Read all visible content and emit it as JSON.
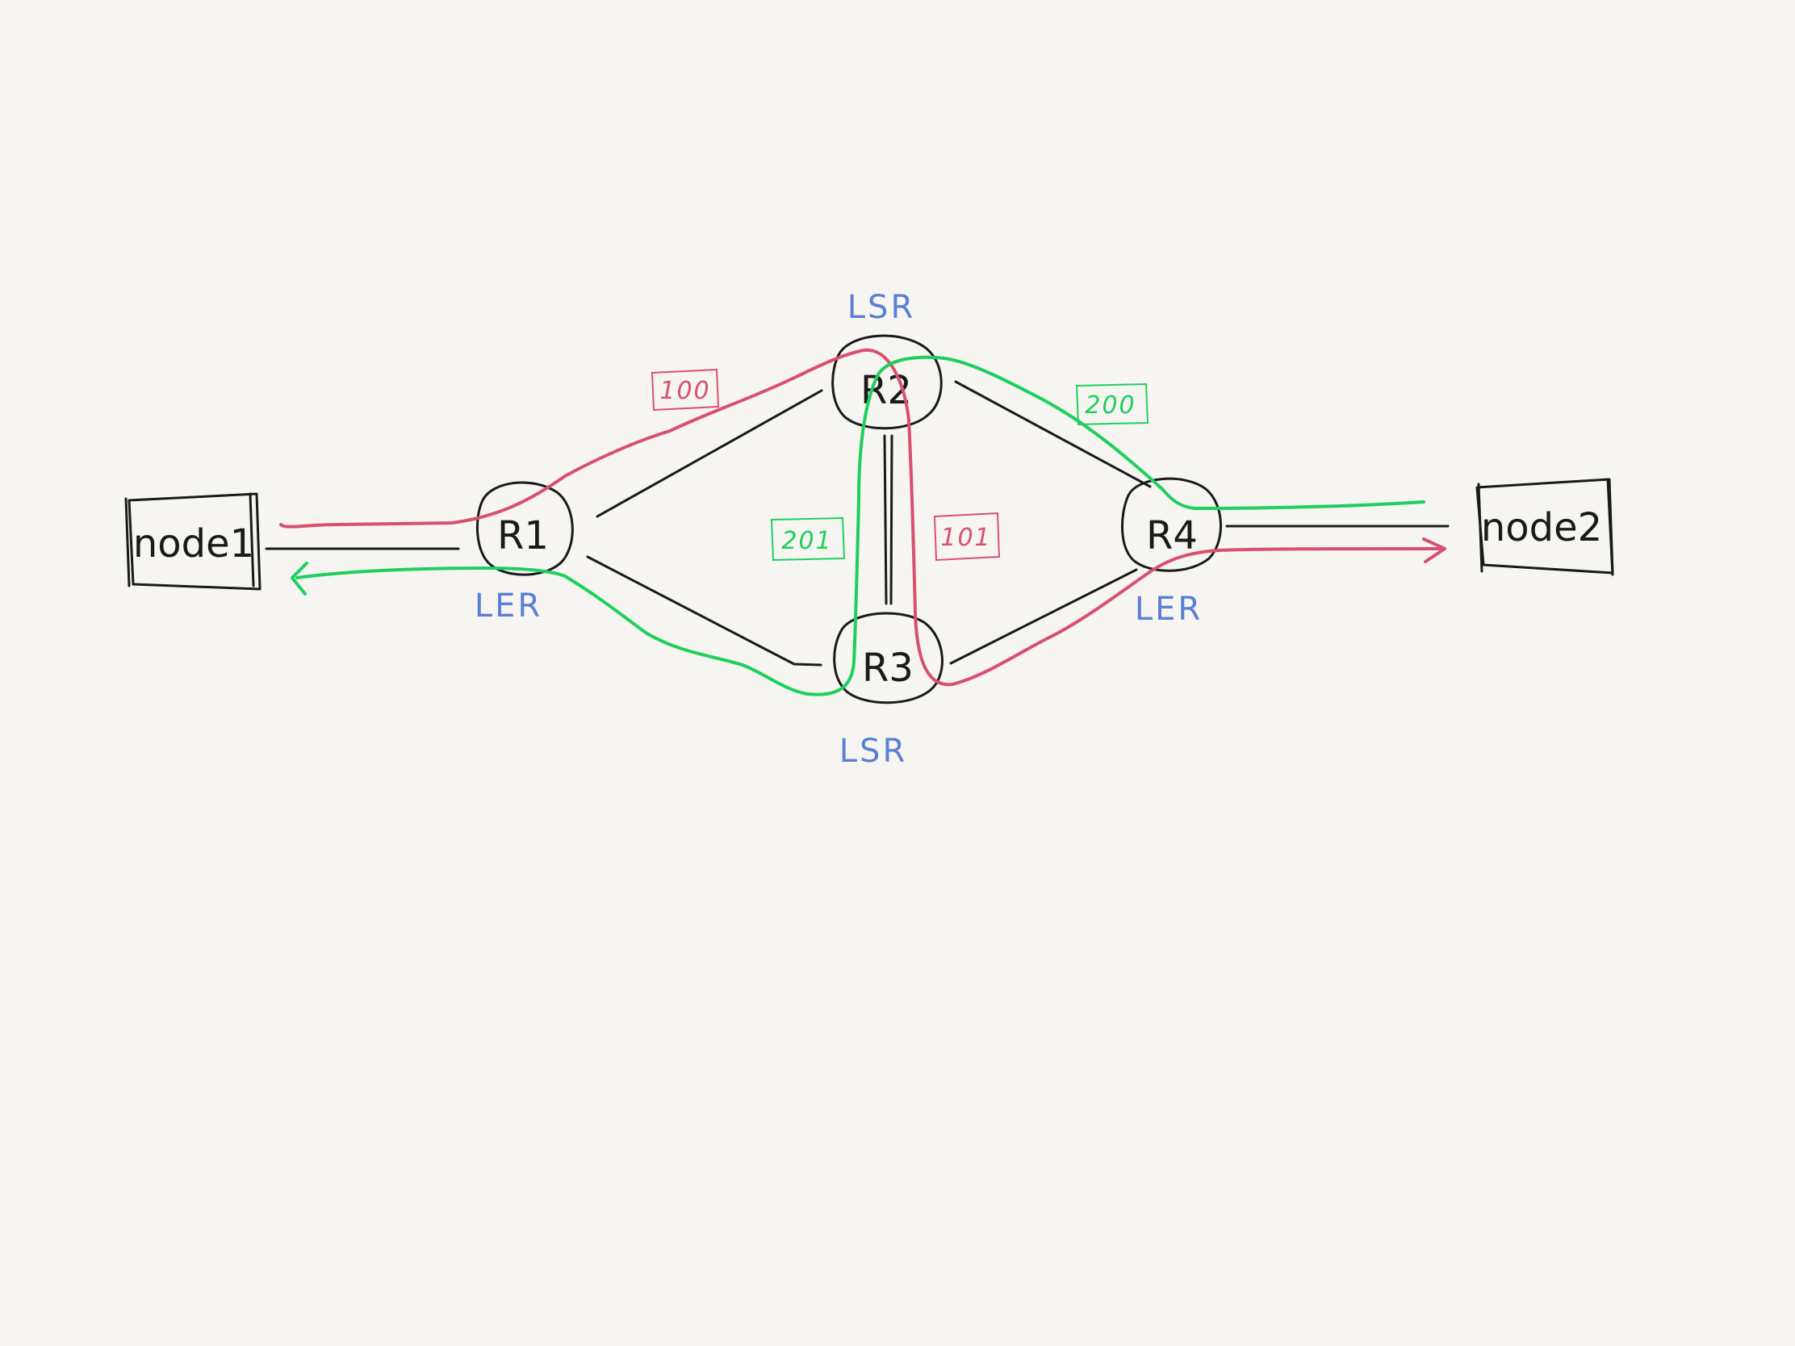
{
  "nodes": {
    "node1": "node1",
    "node2": "node2"
  },
  "routers": {
    "r1": "R1",
    "r2": "R2",
    "r3": "R3",
    "r4": "R4"
  },
  "roles": {
    "r1": "LER",
    "r2": "LSR",
    "r3": "LSR",
    "r4": "LER"
  },
  "labels": {
    "red_r1_r2": "100",
    "red_r2_r3": "101",
    "green_r4_r2": "200",
    "green_r2_r3": "201"
  },
  "colors": {
    "background": "#f6f5f1",
    "ink": "#1a1a1a",
    "role_text": "#5b7fd6",
    "red_path": "#d9506e",
    "green_path": "#1fcf5e"
  }
}
